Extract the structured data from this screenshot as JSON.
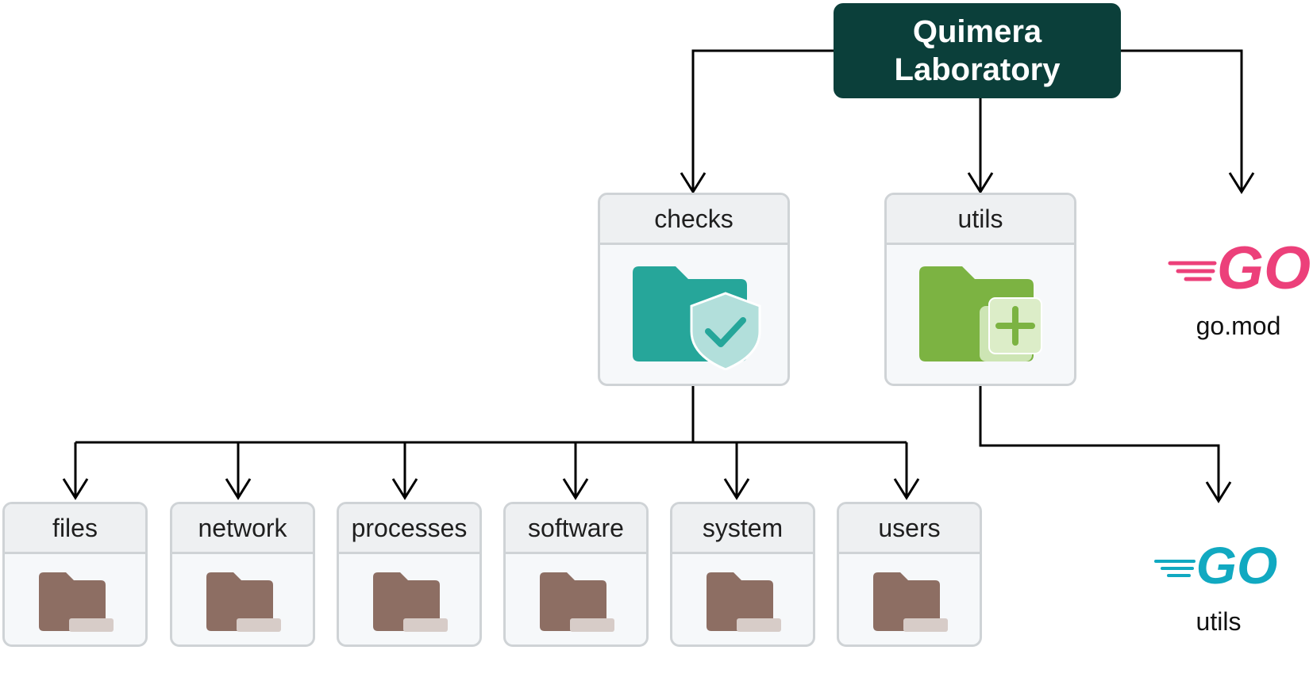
{
  "root": {
    "line1": "Quimera",
    "line2": "Laboratory"
  },
  "checks": {
    "label": "checks",
    "icon": "folder-shield-check-icon"
  },
  "utils": {
    "label": "utils",
    "icon": "folder-add-icon"
  },
  "subfolders": [
    {
      "label": "files",
      "icon": "folder-icon"
    },
    {
      "label": "network",
      "icon": "folder-icon"
    },
    {
      "label": "processes",
      "icon": "folder-icon"
    },
    {
      "label": "software",
      "icon": "folder-icon"
    },
    {
      "label": "system",
      "icon": "folder-icon"
    },
    {
      "label": "users",
      "icon": "folder-icon"
    }
  ],
  "gomod": {
    "logo_text": "GO",
    "label": "go.mod",
    "color": "#ec407a"
  },
  "goutils": {
    "logo_text": "GO",
    "label": "utils",
    "color": "#11a9c1"
  },
  "colors": {
    "root": "#0b3f3a",
    "checks_folder": "#26a69a",
    "utils_folder": "#7cb342",
    "subfolder": "#8d6e63"
  }
}
